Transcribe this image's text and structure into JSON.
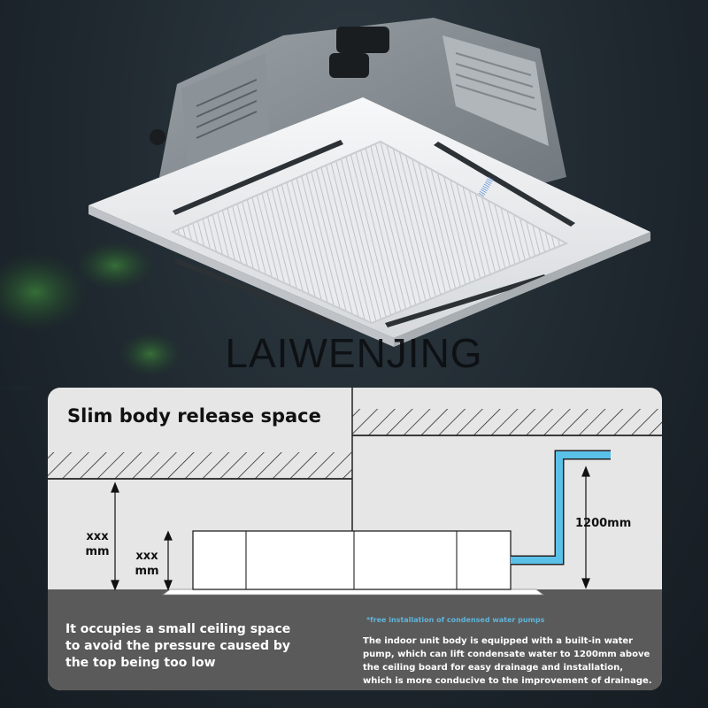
{
  "brand": "LAIWENJING",
  "diagram": {
    "heading": "Slim body release space",
    "outer_height_label": "xxx\nmm",
    "inner_height_label": "xxx\nmm",
    "lift_height_label": "1200mm",
    "left_note": "It occupies a small ceiling space to avoid the pressure caused by the top being too low",
    "pump_note": "*free installation of condensed water pumps",
    "right_note": "The indoor unit body is equipped with a built-in water pump, which can lift condensate water to 1200mm above the ceiling board for easy drainage and installation, which is more conducive to the improvement of drainage."
  },
  "colors": {
    "panel_bg": "#e6e6e6",
    "footer_bg": "#5a5a5a",
    "pipe": "#5bc0e8",
    "background": "#1f282f"
  }
}
